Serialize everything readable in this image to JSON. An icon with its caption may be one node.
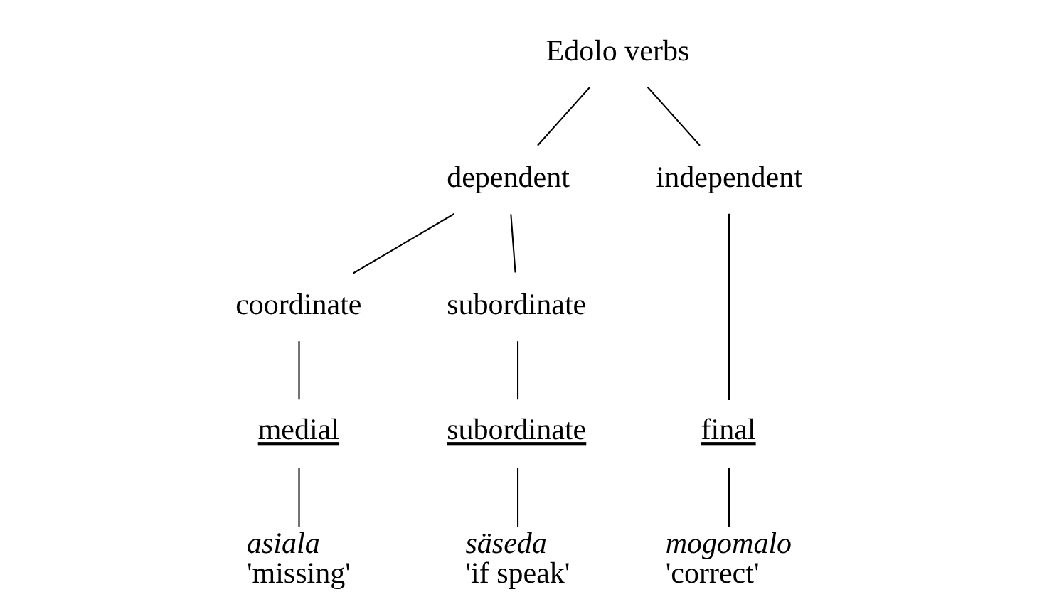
{
  "diagram": {
    "nodes": [
      {
        "text": [
          "Edolo verbs"
        ]
      },
      {
        "text": [
          "dependent"
        ]
      },
      {
        "text": [
          "independent"
        ]
      },
      {
        "text": [
          "coordinate"
        ]
      },
      {
        "text": [
          "subordinate"
        ]
      },
      {
        "text": [
          "medial"
        ]
      },
      {
        "text": [
          "subordinate"
        ]
      },
      {
        "text": [
          "final"
        ]
      },
      {
        "text": [
          "asiala",
          "'missing'"
        ]
      },
      {
        "text": [
          "säseda",
          "'if speak'"
        ]
      },
      {
        "text": [
          "mogomalo",
          "'correct'"
        ]
      }
    ],
    "edges": [
      {
        "from": 0,
        "to": 1,
        "arrow": "none"
      },
      {
        "from": 0,
        "to": 2,
        "arrow": "none"
      },
      {
        "from": 1,
        "to": 3,
        "arrow": "none"
      },
      {
        "from": 1,
        "to": 4,
        "arrow": "none"
      },
      {
        "from": 3,
        "to": 5,
        "arrow": "none"
      },
      {
        "from": 4,
        "to": 6,
        "arrow": "none"
      },
      {
        "from": 2,
        "to": 7,
        "arrow": "none"
      },
      {
        "from": 5,
        "to": 8,
        "arrow": "none"
      },
      {
        "from": 6,
        "to": 9,
        "arrow": "none"
      },
      {
        "from": 7,
        "to": 10,
        "arrow": "none"
      }
    ]
  }
}
